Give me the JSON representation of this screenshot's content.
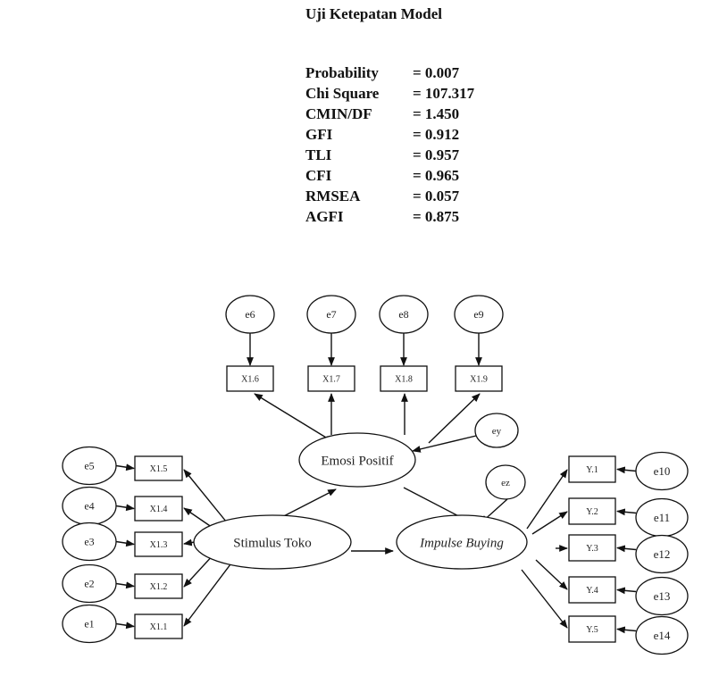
{
  "title": "Uji Ketepatan Model",
  "fit_indices": [
    {
      "label": "Probability",
      "value": "= 0.007"
    },
    {
      "label": "Chi Square",
      "value": "= 107.317"
    },
    {
      "label": "CMIN/DF",
      "value": "= 1.450"
    },
    {
      "label": "GFI",
      "value": "= 0.912"
    },
    {
      "label": "TLI",
      "value": "= 0.957"
    },
    {
      "label": "CFI",
      "value": "= 0.965"
    },
    {
      "label": "RMSEA",
      "value": "= 0.057"
    },
    {
      "label": "AGFI",
      "value": "= 0.875"
    }
  ],
  "diagram": {
    "latents": {
      "emosi": {
        "label": "Emosi Positif",
        "italic": false
      },
      "stimulus": {
        "label": "Stimulus Toko",
        "italic": false
      },
      "impulse": {
        "label": "Impulse Buying",
        "italic": true
      }
    },
    "disturbances": {
      "ey": "ey",
      "ez": "ez"
    },
    "emosi_indicators": [
      {
        "label": "X1.6",
        "error": "e6"
      },
      {
        "label": "X1.7",
        "error": "e7"
      },
      {
        "label": "X1.8",
        "error": "e8"
      },
      {
        "label": "X1.9",
        "error": "e9"
      }
    ],
    "stimulus_indicators": [
      {
        "label": "X1.5",
        "error": "e5"
      },
      {
        "label": "X1.4",
        "error": "e4"
      },
      {
        "label": "X1.3",
        "error": "e3"
      },
      {
        "label": "X1.2",
        "error": "e2"
      },
      {
        "label": "X1.1",
        "error": "e1"
      }
    ],
    "impulse_indicators": [
      {
        "label": "Y.1",
        "error": "e10"
      },
      {
        "label": "Y.2",
        "error": "e11"
      },
      {
        "label": "Y.3",
        "error": "e12"
      },
      {
        "label": "Y.4",
        "error": "e13"
      },
      {
        "label": "Y.5",
        "error": "e14"
      }
    ]
  }
}
